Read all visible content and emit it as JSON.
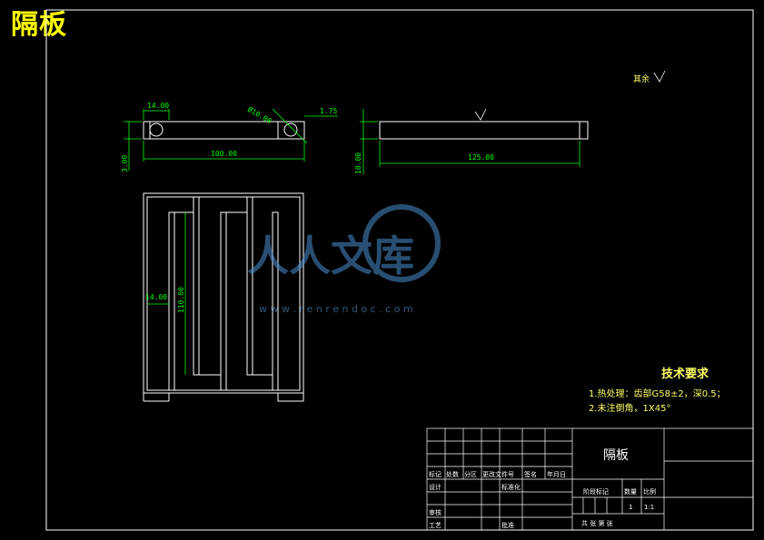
{
  "drawing": {
    "title": "隔板",
    "roughness_label": "其余",
    "dims": {
      "left_width": "14.00",
      "hole_dia": "Ø10.00",
      "offset": "1.75",
      "total_length": "100.00",
      "height": "3.00",
      "side_height": "10.00",
      "side_length": "125.00",
      "plan_width": "14.00",
      "plan_height": "110.00"
    },
    "tech_requirements": {
      "heading": "技术要求",
      "items": [
        "1.热处理：齿部G58±2，深0.5；",
        "2.未注倒角，1X45°"
      ]
    },
    "watermark": {
      "text": "人人文库",
      "url": "w w w . r e n r e n d o c . c o m"
    },
    "title_block": {
      "part_name": "隔板",
      "headers": [
        "标记",
        "处数",
        "分区",
        "更改文件号",
        "签名",
        "年月日"
      ],
      "labels": {
        "design": "设计",
        "standardize": "标准化",
        "review": "审核",
        "process": "工艺",
        "approve": "批准",
        "stage_mark": "阶段标记",
        "quantity": "数量",
        "scale": "比例",
        "qty_value": "1",
        "scale_value": "1:1",
        "sheets": "共  张 第  张"
      }
    }
  }
}
